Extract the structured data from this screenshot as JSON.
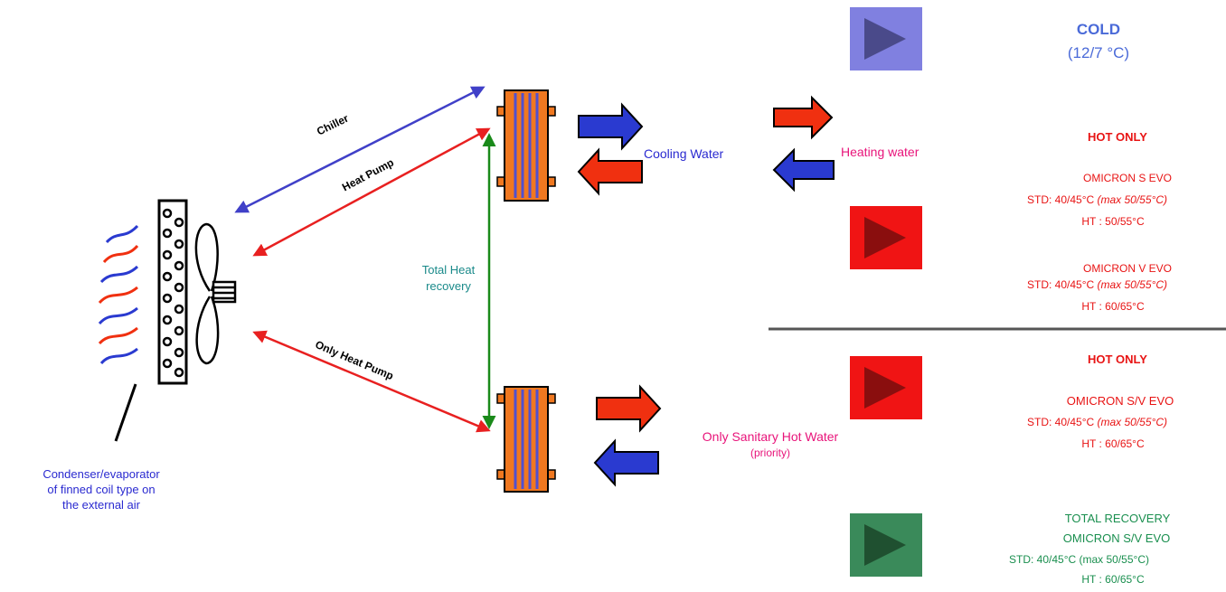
{
  "labels": {
    "chiller": "Chiller",
    "heat_pump": "Heat Pump",
    "only_heat_pump": "Only Heat Pump",
    "total_heat_recovery_1": "Total Heat",
    "total_heat_recovery_2": "recovery",
    "cooling_water": "Cooling Water",
    "heating_water": "Heating water",
    "sanitary_1": "Only Sanitary Hot Water",
    "sanitary_2": "(priority)",
    "condenser_1": "Condenser/evaporator",
    "condenser_2": "of finned coil type on",
    "condenser_3": "the external air"
  },
  "panels": {
    "cold": {
      "title": "COLD",
      "temp": "(12/7 °C)",
      "color": "#8080e0",
      "arrow": "#4a4a8a"
    },
    "hot_top": {
      "title": "HOT ONLY",
      "model1": "OMICRON S EVO",
      "std1_a": "STD: 40/45°C ",
      "std1_b": "(max 50/55°C)",
      "ht1": "HT : 50/55°C",
      "model2": "OMICRON V EVO",
      "std2_a": "STD: 40/45°C ",
      "std2_b": "(max 50/55°C)",
      "ht2": "HT : 60/65°C",
      "color": "#f01414",
      "arrow": "#8a0e0e"
    },
    "hot_bottom": {
      "title": "HOT ONLY",
      "model": "OMICRON S/V EVO",
      "std_a": "STD: 40/45°C ",
      "std_b": "(max 50/55°C)",
      "ht": "HT : 60/65°C",
      "color": "#f01414",
      "arrow": "#8a0e0e"
    },
    "total": {
      "title": "TOTAL RECOVERY",
      "model": "OMICRON S/V EVO",
      "std": "STD: 40/45°C (max 50/55°C)",
      "ht": "HT : 60/65°C",
      "color": "#3a8a5a",
      "arrow": "#1f5030"
    }
  },
  "colors": {
    "chiller_line": "#4040c8",
    "heat_pump_line": "#e82020",
    "recovery_line": "#1a8a1a",
    "exchanger_fill": "#f07820",
    "exchanger_plate": "#5050d0",
    "water_red": "#f03010",
    "water_blue": "#2a3ad0"
  },
  "icons": [
    "fan-icon",
    "finned-coil-icon",
    "plate-heat-exchanger-icon",
    "play-arrow-icon"
  ]
}
